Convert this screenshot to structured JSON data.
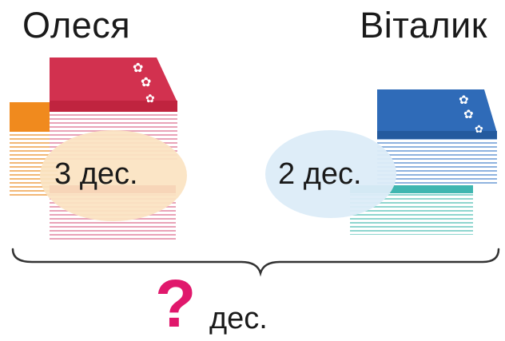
{
  "left_child": {
    "name": "Олеся",
    "amount": "3 дес."
  },
  "right_child": {
    "name": "Віталик",
    "amount": "2 дес."
  },
  "total": {
    "unknown": "?",
    "unit": "дес."
  },
  "colors": {
    "question": "#e0186c",
    "left_bubble": "#fbe3c2",
    "right_bubble": "#dcecf8",
    "book_red": "#d2314f",
    "book_orange": "#f08a1e",
    "book_blue": "#2f6bb8",
    "book_teal": "#3fb6b0"
  }
}
